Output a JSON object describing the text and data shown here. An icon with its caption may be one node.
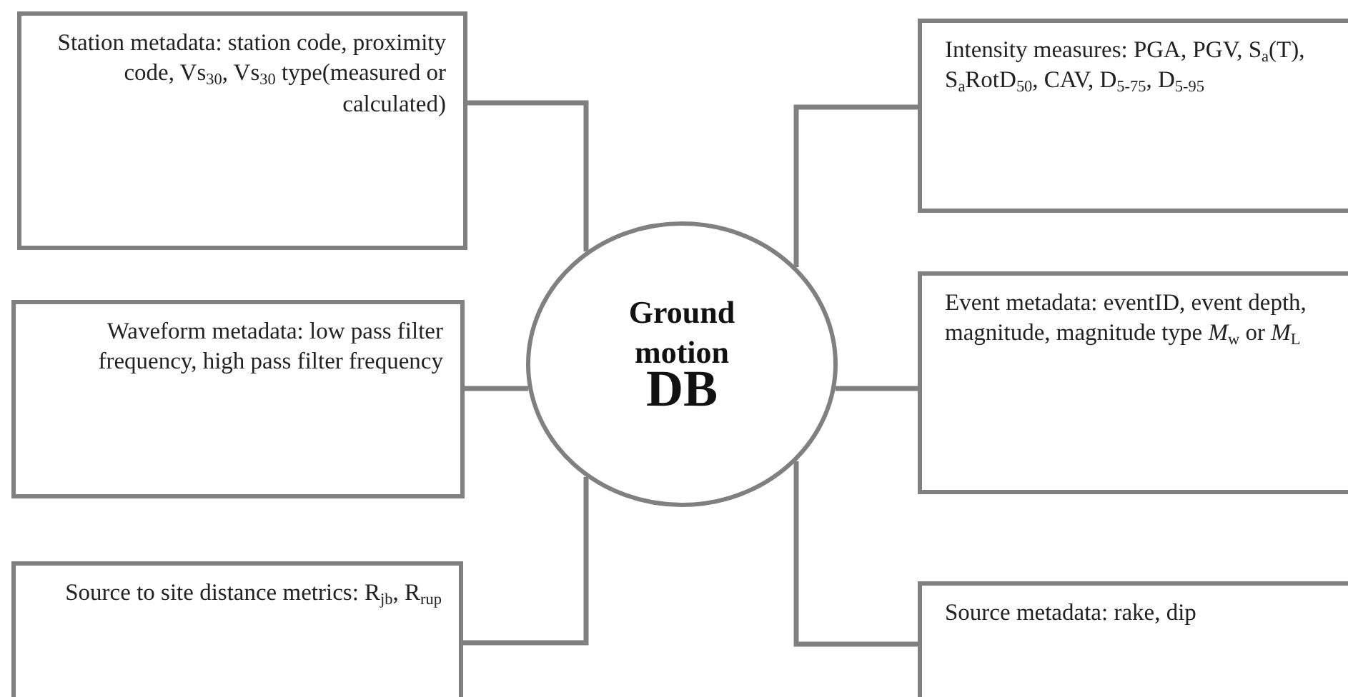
{
  "diagram": {
    "nodes": [
      {
        "text": [
          "Station metadata: station code, proximity code, Vs$_{30}$, Vs$_{30}$ type(measured or calculated)"
        ]
      },
      {
        "text": [
          "Waveform metadata: low pass filter frequency, high pass filter frequency"
        ]
      },
      {
        "text": [
          "Source to site distance metrics: R$_{jb}$, R$_{rup}$"
        ]
      },
      {
        "text": [
          "Ground motion",
          "DB"
        ]
      },
      {
        "text": [
          "Intensity measures: PGA, PGV, S$_{a}$(T), S$_{a}$RotD$_{50}$, CAV, D$_{5-75}$, D$_{5-95}$"
        ]
      },
      {
        "text": [
          "Event metadata: eventID, event depth, magnitude, magnitude type *M*$_{w}$ or *M*$_{L}$"
        ]
      },
      {
        "text": [
          "Source metadata: rake, dip"
        ]
      }
    ],
    "edges": [
      {
        "from": 3,
        "to": 0,
        "arrow": "none"
      },
      {
        "from": 3,
        "to": 1,
        "arrow": "none"
      },
      {
        "from": 3,
        "to": 2,
        "arrow": "none"
      },
      {
        "from": 3,
        "to": 4,
        "arrow": "none"
      },
      {
        "from": 3,
        "to": 5,
        "arrow": "none"
      },
      {
        "from": 3,
        "to": 6,
        "arrow": "none"
      }
    ]
  }
}
